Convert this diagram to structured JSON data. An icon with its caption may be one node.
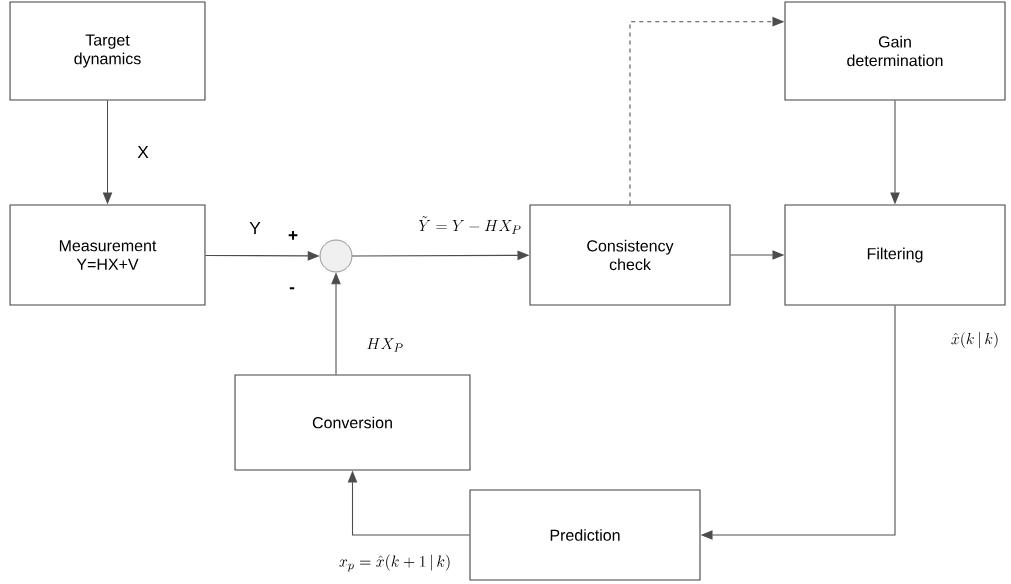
{
  "diagram": {
    "nodes": [
      {
        "text": [
          "Target dynamics"
        ]
      },
      {
        "text": [
          "Measurement Y=HX+V"
        ]
      },
      {
        "text": [],
        "shape": "circle"
      },
      {
        "text": [
          "Consistency check"
        ]
      },
      {
        "text": [
          "Gain determination"
        ]
      },
      {
        "text": [
          "Filtering"
        ]
      },
      {
        "text": [
          "Conversion"
        ]
      },
      {
        "text": [
          "Prediction"
        ]
      }
    ],
    "edges": [
      {
        "from": 0,
        "to": 1,
        "arrow": "to",
        "label": "X"
      },
      {
        "from": 1,
        "to": 2,
        "arrow": "to",
        "label": "Y"
      },
      {
        "from": 2,
        "to": 3,
        "arrow": "to",
        "label": "\\tilde{Y}=Y-HX_{P}"
      },
      {
        "from": 3,
        "to": 4,
        "arrow": "to",
        "style": "dashed"
      },
      {
        "from": 3,
        "to": 5,
        "arrow": "to"
      },
      {
        "from": 4,
        "to": 5,
        "arrow": "to"
      },
      {
        "from": 5,
        "to": 7,
        "arrow": "to",
        "label": "\\hat{x}(k\\,|\\,k)"
      },
      {
        "from": 7,
        "to": 6,
        "arrow": "to",
        "label": "x_{p}=\\hat{x}(k+1\\,|\\,k)"
      },
      {
        "from": 6,
        "to": 2,
        "arrow": "to",
        "label": "HX_{P}"
      }
    ],
    "labels": [
      "+",
      "-"
    ]
  }
}
